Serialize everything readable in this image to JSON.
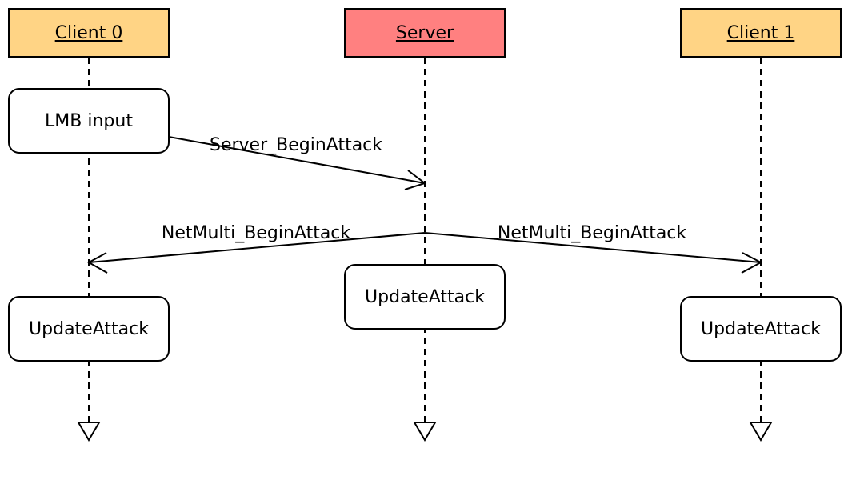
{
  "colors": {
    "client_actor": "#ffd485",
    "server_actor": "#ff8080",
    "stroke": "#000000"
  },
  "actors": [
    {
      "id": "client0",
      "label": "Client 0"
    },
    {
      "id": "server",
      "label": "Server"
    },
    {
      "id": "client1",
      "label": "Client 1"
    }
  ],
  "activations": {
    "client0_input": "LMB input",
    "client0_update": "UpdateAttack",
    "server_update": "UpdateAttack",
    "client1_update": "UpdateAttack"
  },
  "messages": {
    "server_begin_attack": "Server_BeginAttack",
    "netmulti_to_client0": "NetMulti_BeginAttack",
    "netmulti_to_client1": "NetMulti_BeginAttack"
  }
}
